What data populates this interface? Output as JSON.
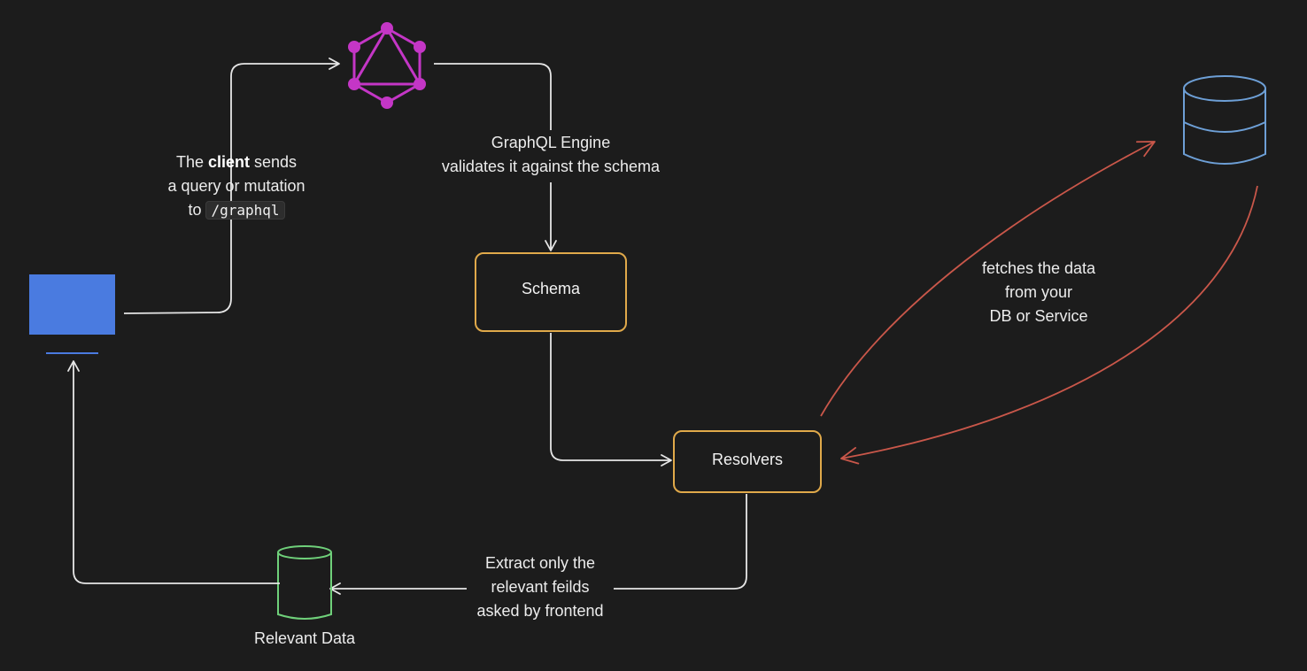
{
  "diagram": {
    "client_label": {
      "line1_prefix": "The ",
      "line1_bold": "client",
      "line1_suffix": " sends",
      "line2": "a query or mutation",
      "line3_prefix": "to",
      "line3_code": "/graphql"
    },
    "engine_label": {
      "line1": "GraphQL Engine",
      "line2": "validates it against the schema"
    },
    "schema_box": "Schema",
    "resolvers_box": "Resolvers",
    "fetch_label": {
      "line1": "fetches the data",
      "line2": "from your",
      "line3": "DB or Service"
    },
    "extract_label": {
      "line1": "Extract only the",
      "line2": "relevant feilds",
      "line3": "asked by frontend"
    },
    "relevant_data_label": "Relevant Data"
  },
  "colors": {
    "background": "#1c1c1c",
    "arrow": "#e6e6e6",
    "graphql_logo": "#c436c6",
    "box_border": "#e0a94a",
    "database": "#6d9fd6",
    "fetch_arrow": "#c9574a",
    "relevant_data": "#6fd07a",
    "client_screen": "#4a7be0"
  }
}
